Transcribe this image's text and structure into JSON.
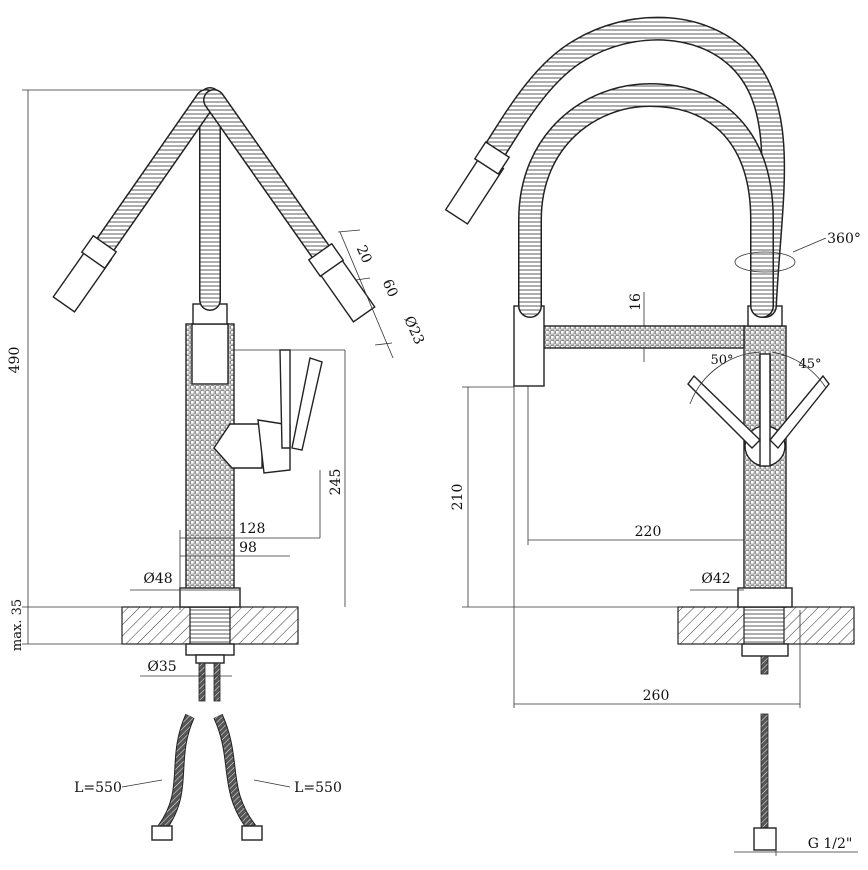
{
  "dimensions": {
    "height_490": "490",
    "max_35": "max. 35",
    "d20": "20",
    "d60": "60",
    "d23": "Ø23",
    "h245": "245",
    "w128": "128",
    "w98": "98",
    "d48": "Ø48",
    "d35": "Ø35",
    "l550_left": "L=550",
    "l550_right": "L=550",
    "rot360": "360°",
    "d16": "16",
    "a50": "50°",
    "a45": "45°",
    "h210": "210",
    "w220": "220",
    "d42": "Ø42",
    "w260": "260",
    "g12": "G 1/2\""
  },
  "colors": {
    "line": "#222222",
    "background": "#ffffff"
  }
}
